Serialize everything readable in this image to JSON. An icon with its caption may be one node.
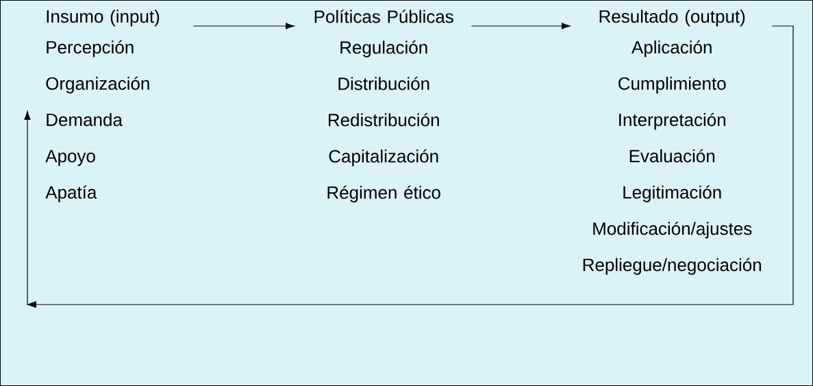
{
  "diagram": {
    "nodes": [
      {
        "text": [
          "Insumo (input)",
          "Percepción",
          "Organización",
          "Demanda",
          "Apoyo",
          "Apatía"
        ]
      },
      {
        "text": [
          "Políticas Públicas",
          "Regulación",
          "Distribución",
          "Redistribución",
          "Capitalización",
          "Régimen ético"
        ]
      },
      {
        "text": [
          "Resultado (output)",
          "Aplicación",
          "Cumplimiento",
          "Interpretación",
          "Evaluación",
          "Legitimación",
          "Modificación/ajustes",
          "Repliegue/negociación"
        ]
      }
    ],
    "edges": [
      {
        "from": 0,
        "to": 1,
        "arrow": "to"
      },
      {
        "from": 1,
        "to": 2,
        "arrow": "to"
      },
      {
        "from": 2,
        "to": 0,
        "arrow": "to"
      }
    ]
  }
}
